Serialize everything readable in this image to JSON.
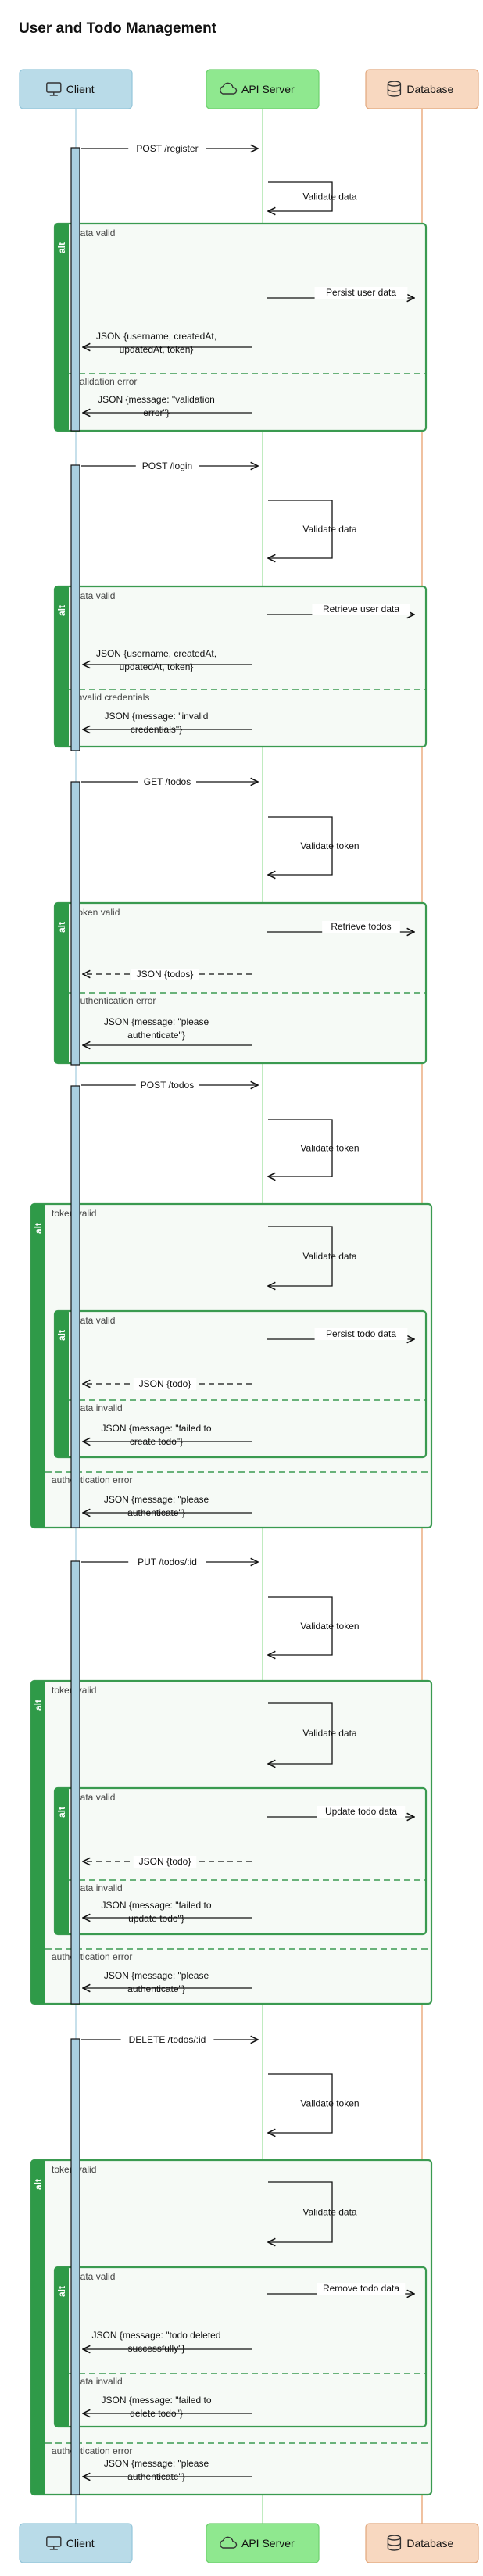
{
  "title": "User and Todo Management",
  "participants": [
    {
      "id": "client",
      "label": "Client",
      "icon": "monitor-icon",
      "fill": "#b9dbe8",
      "stroke": "#94c6da",
      "lifeline": "#a9cfe0"
    },
    {
      "id": "api",
      "label": "API Server",
      "icon": "cloud-icon",
      "fill": "#8fe88f",
      "stroke": "#6fd06f",
      "lifeline": "#9fe09f"
    },
    {
      "id": "db",
      "label": "Database",
      "icon": "database-icon",
      "fill": "#f8d8c0",
      "stroke": "#e2a77c",
      "lifeline": "#e8a06e"
    }
  ],
  "messages": [
    {
      "text": "POST /register"
    },
    {
      "text": "Validate data"
    },
    {
      "text": "Persist user data"
    },
    {
      "text": "JSON {username, createdAt, updatedAt, token}"
    },
    {
      "text": "JSON {message: \"validation error\"}"
    },
    {
      "text": "POST /login"
    },
    {
      "text": "Validate data"
    },
    {
      "text": "Retrieve user data"
    },
    {
      "text": "JSON {username, createdAt, updatedAt, token}"
    },
    {
      "text": "JSON {message: \"invalid credentials\"}"
    },
    {
      "text": "GET /todos"
    },
    {
      "text": "Validate token"
    },
    {
      "text": "Retrieve todos"
    },
    {
      "text": "JSON {todos}"
    },
    {
      "text": "JSON {message: \"please authenticate\"}"
    },
    {
      "text": "POST /todos"
    },
    {
      "text": "Validate token"
    },
    {
      "text": "Validate data"
    },
    {
      "text": "Persist todo data"
    },
    {
      "text": "JSON {todo}"
    },
    {
      "text": "JSON {message: \"failed to create todo\"}"
    },
    {
      "text": "JSON {message: \"please authenticate\"}"
    },
    {
      "text": "PUT /todos/:id"
    },
    {
      "text": "Validate token"
    },
    {
      "text": "Validate data"
    },
    {
      "text": "Update todo data"
    },
    {
      "text": "JSON {todo}"
    },
    {
      "text": "JSON {message: \"failed to update todo\"}"
    },
    {
      "text": "JSON {message: \"please authenticate\"}"
    },
    {
      "text": "DELETE /todos/:id"
    },
    {
      "text": "Validate token"
    },
    {
      "text": "Validate data"
    },
    {
      "text": "Remove todo data"
    },
    {
      "text": "JSON {message: \"todo deleted successfully\"}"
    },
    {
      "text": "JSON {message: \"failed to delete todo\"}"
    },
    {
      "text": "JSON {message: \"please authenticate\"}"
    }
  ],
  "fragments": [
    {
      "keyword": "alt",
      "conditions": [
        "data valid",
        "validation error"
      ]
    },
    {
      "keyword": "alt",
      "conditions": [
        "data valid",
        "invalid credentials"
      ]
    },
    {
      "keyword": "alt",
      "conditions": [
        "token valid",
        "authentication error"
      ]
    },
    {
      "keyword": "alt",
      "conditions": [
        "token valid",
        "authentication error"
      ]
    },
    {
      "keyword": "alt",
      "conditions": [
        "data valid",
        "data invalid"
      ]
    },
    {
      "keyword": "alt",
      "conditions": [
        "token valid",
        "authentication error"
      ]
    },
    {
      "keyword": "alt",
      "conditions": [
        "data valid",
        "data invalid"
      ]
    },
    {
      "keyword": "alt",
      "conditions": [
        "token valid",
        "authentication error"
      ]
    },
    {
      "keyword": "alt",
      "conditions": [
        "data valid",
        "data invalid"
      ]
    }
  ],
  "colors": {
    "fragment_border": "#3a9a50",
    "fragment_tab": "#2f9a48",
    "fragment_fill": "#f6faf6",
    "activation": "#a9cfe0",
    "arrow": "#111111"
  }
}
